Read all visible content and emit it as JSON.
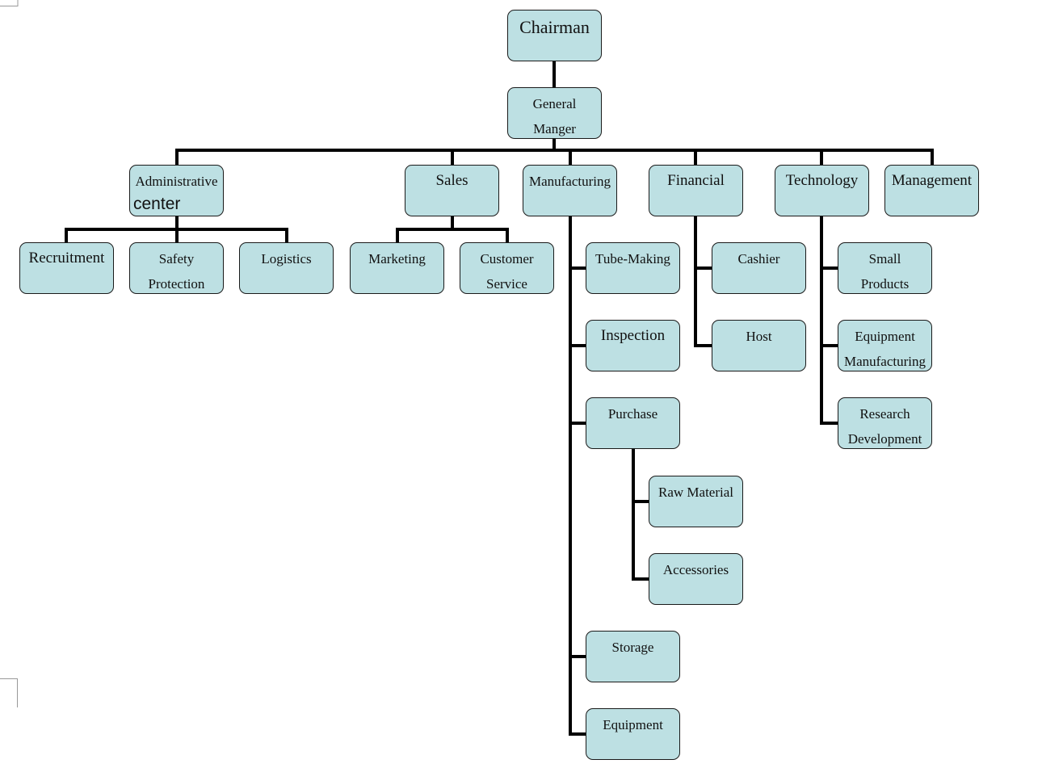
{
  "diagram": {
    "nodes": {
      "chairman": "Chairman",
      "general_manager": [
        "General",
        "Manger"
      ],
      "administrative": [
        "Administrative",
        "center"
      ],
      "sales": "Sales",
      "manufacturing": "Manufacturing",
      "financial": "Financial",
      "technology": "Technology",
      "management": "Management",
      "recruitment": "Recruitment",
      "safety_protection": [
        "Safety",
        "Protection"
      ],
      "logistics": "Logistics",
      "marketing": "Marketing",
      "customer_service": [
        "Customer",
        "Service"
      ],
      "tube_making": "Tube-Making",
      "inspection": "Inspection",
      "purchase": "Purchase",
      "raw_material": "Raw Material",
      "accessories": "Accessories",
      "storage": "Storage",
      "equipment": "Equipment",
      "cashier": "Cashier",
      "host": "Host",
      "small_products": [
        "Small",
        "Products"
      ],
      "equipment_manufacturing": [
        "Equipment",
        "Manufacturing"
      ],
      "research_development": [
        "Research",
        "Development"
      ]
    },
    "colors": {
      "node_fill": "#bde0e3",
      "node_border": "#1a1a1a",
      "connector": "#000000"
    }
  }
}
